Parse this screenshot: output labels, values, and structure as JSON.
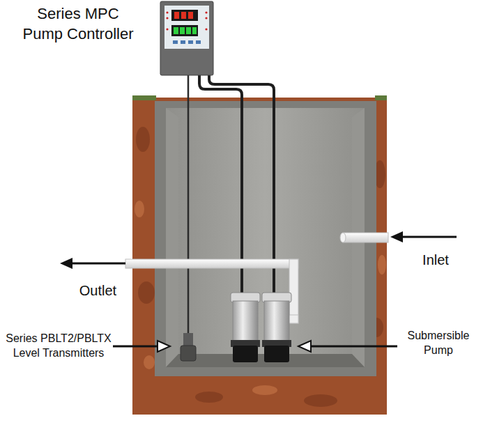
{
  "diagram": {
    "labels": [
      "Series MPC Pump Controller",
      "Inlet",
      "Outlet",
      "Series PBLT2/PBLTX Level Transmitters",
      "Submersible Pump"
    ]
  }
}
